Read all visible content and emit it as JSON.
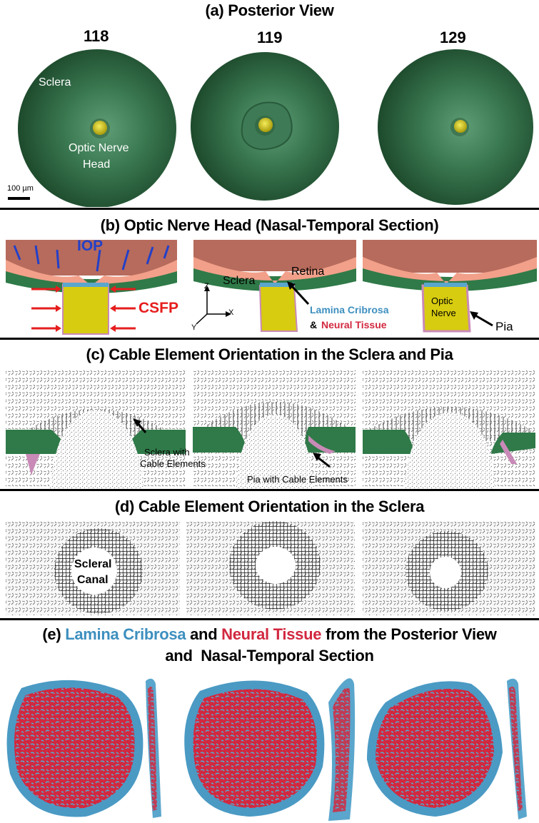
{
  "colors": {
    "sclera_green": "#2f6b44",
    "onh_yellow": "#d8cc10",
    "retina_brown": "#b76b5c",
    "choroid_pink": "#f2a08a",
    "lamina_blue": "#5aa6cc",
    "neural_red": "#d2283f",
    "pia_purple": "#c98ab7",
    "iop_blue": "#2340c8",
    "csfp_red": "#e61e1e"
  },
  "panel_a": {
    "title": "(a) Posterior View",
    "eyes": [
      {
        "id": "118"
      },
      {
        "id": "119"
      },
      {
        "id": "129"
      }
    ],
    "label_sclera": "Sclera",
    "label_onh_line1": "Optic Nerve",
    "label_onh_line2": "Head",
    "scale_bar": "100 µm"
  },
  "panel_b": {
    "title": "(b) Optic Nerve Head (Nasal-Temporal Section)",
    "iop": "IOP",
    "csfp": "CSFP",
    "sclera": "Sclera",
    "retina": "Retina",
    "axis_z": "Z",
    "axis_x": "X",
    "axis_y": "Y",
    "lamina": "Lamina Cribrosa",
    "amp": "&",
    "neural": "Neural Tissue",
    "optic_line1": "Optic",
    "optic_line2": "Nerve",
    "pia": "Pia"
  },
  "panel_c": {
    "title": "(c) Cable Element Orientation in the Sclera and Pia",
    "sclera_cable_line1": "Sclera with",
    "sclera_cable_line2": "Cable Elements",
    "pia_cable": "Pia with Cable Elements"
  },
  "panel_d": {
    "title": "(d) Cable Element  Orientation in the Sclera",
    "canal_line1": "Scleral",
    "canal_line2": "Canal"
  },
  "panel_e": {
    "title_lamina": "Lamina Cribrosa",
    "title_and": " and ",
    "title_neural": "Neural Tissue",
    "title_rest": " from the Posterior View",
    "title_prefix": "(e) ",
    "title_line2": "and  Nasal-Temporal Section"
  }
}
